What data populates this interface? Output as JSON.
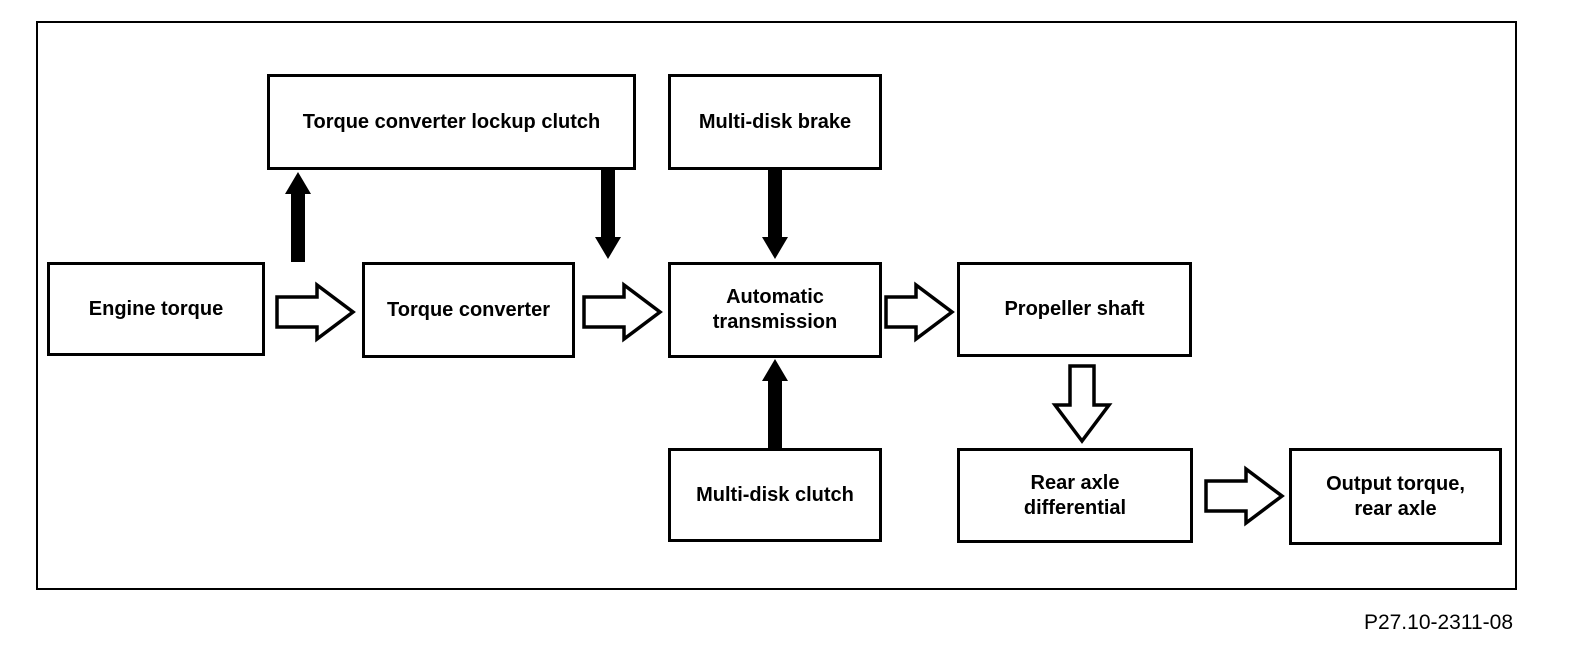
{
  "diagram": {
    "figure_code": "P27.10-2311-08",
    "colors": {
      "line": "#000000",
      "background": "#ffffff",
      "text": "#000000"
    },
    "boxes": {
      "engine_torque": {
        "label": "Engine torque"
      },
      "torque_converter_lockup_clutch": {
        "label": "Torque converter lockup clutch"
      },
      "torque_converter": {
        "label": "Torque converter"
      },
      "multi_disk_brake": {
        "label": "Multi-disk brake"
      },
      "automatic_transmission": {
        "label": "Automatic transmission"
      },
      "propeller_shaft": {
        "label": "Propeller shaft"
      },
      "multi_disk_clutch": {
        "label": "Multi-disk clutch"
      },
      "rear_axle_differential": {
        "label": "Rear axle differential"
      },
      "output_torque_rear_axle": {
        "label": "Output torque, rear axle"
      }
    },
    "connections": [
      {
        "id": "engine-to-lockup",
        "from": "engine_torque",
        "to": "torque_converter_lockup_clutch",
        "style": "solid",
        "direction": "up"
      },
      {
        "id": "lockup-to-transmission-input",
        "from": "torque_converter_lockup_clutch",
        "to": "automatic_transmission",
        "style": "solid",
        "direction": "down"
      },
      {
        "id": "brake-to-transmission",
        "from": "multi_disk_brake",
        "to": "automatic_transmission",
        "style": "solid",
        "direction": "down"
      },
      {
        "id": "clutch-to-transmission",
        "from": "multi_disk_clutch",
        "to": "automatic_transmission",
        "style": "solid",
        "direction": "up"
      },
      {
        "id": "engine-to-converter",
        "from": "engine_torque",
        "to": "torque_converter",
        "style": "hollow",
        "direction": "right"
      },
      {
        "id": "converter-to-transmission",
        "from": "torque_converter",
        "to": "automatic_transmission",
        "style": "hollow",
        "direction": "right"
      },
      {
        "id": "transmission-to-propeller",
        "from": "automatic_transmission",
        "to": "propeller_shaft",
        "style": "hollow",
        "direction": "right"
      },
      {
        "id": "propeller-to-rear-axle",
        "from": "propeller_shaft",
        "to": "rear_axle_differential",
        "style": "hollow",
        "direction": "down"
      },
      {
        "id": "rear-axle-to-output",
        "from": "rear_axle_differential",
        "to": "output_torque_rear_axle",
        "style": "hollow",
        "direction": "right"
      }
    ]
  }
}
